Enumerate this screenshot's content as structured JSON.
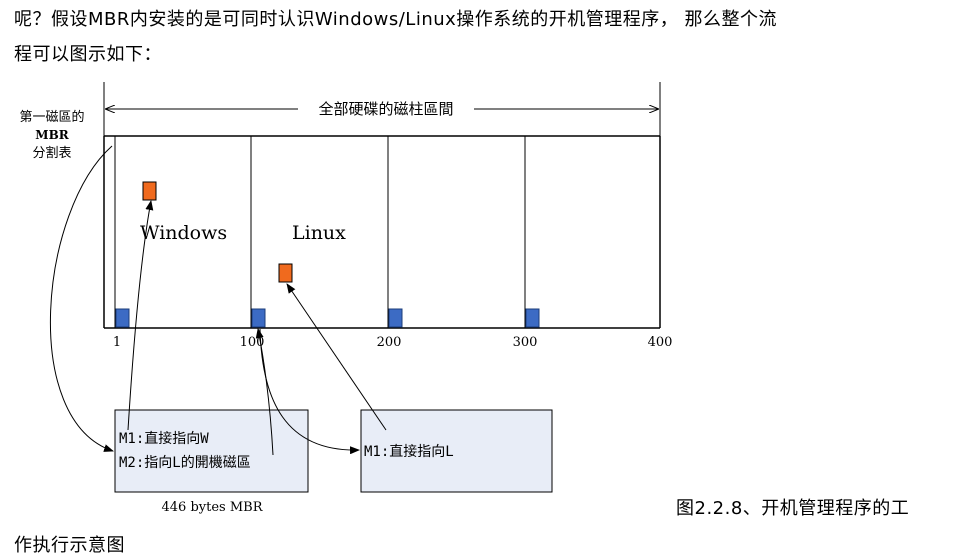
{
  "text": {
    "line1": "呢？假设MBR内安装的是可同时认识Windows/Linux操作系统的开机管理程序， 那么整个流",
    "line2": "程可以图示如下：",
    "caption": "图2.2.8、开机管理程序的工",
    "caption_tail": "作执行示意图"
  },
  "diagram": {
    "left_label_line1": "第一磁區的",
    "left_label_line2": "MBR",
    "left_label_line3": "分割表",
    "span_label": "全部硬碟的磁柱區間",
    "os_windows": "Windows",
    "os_linux": "Linux",
    "ticks": [
      "1",
      "100",
      "200",
      "300",
      "400"
    ],
    "mbr_box_line1": "M1:直接指向W",
    "mbr_box_line2": "M2:指向L的開機磁區",
    "mbr_box_caption": "446 bytes MBR",
    "linux_box_line1": "M1:直接指向L"
  },
  "colors": {
    "partition_block": "#3c6bc4",
    "boot_marker": "#f06a1e",
    "box_fill": "#e8edf7",
    "line": "#000000"
  }
}
